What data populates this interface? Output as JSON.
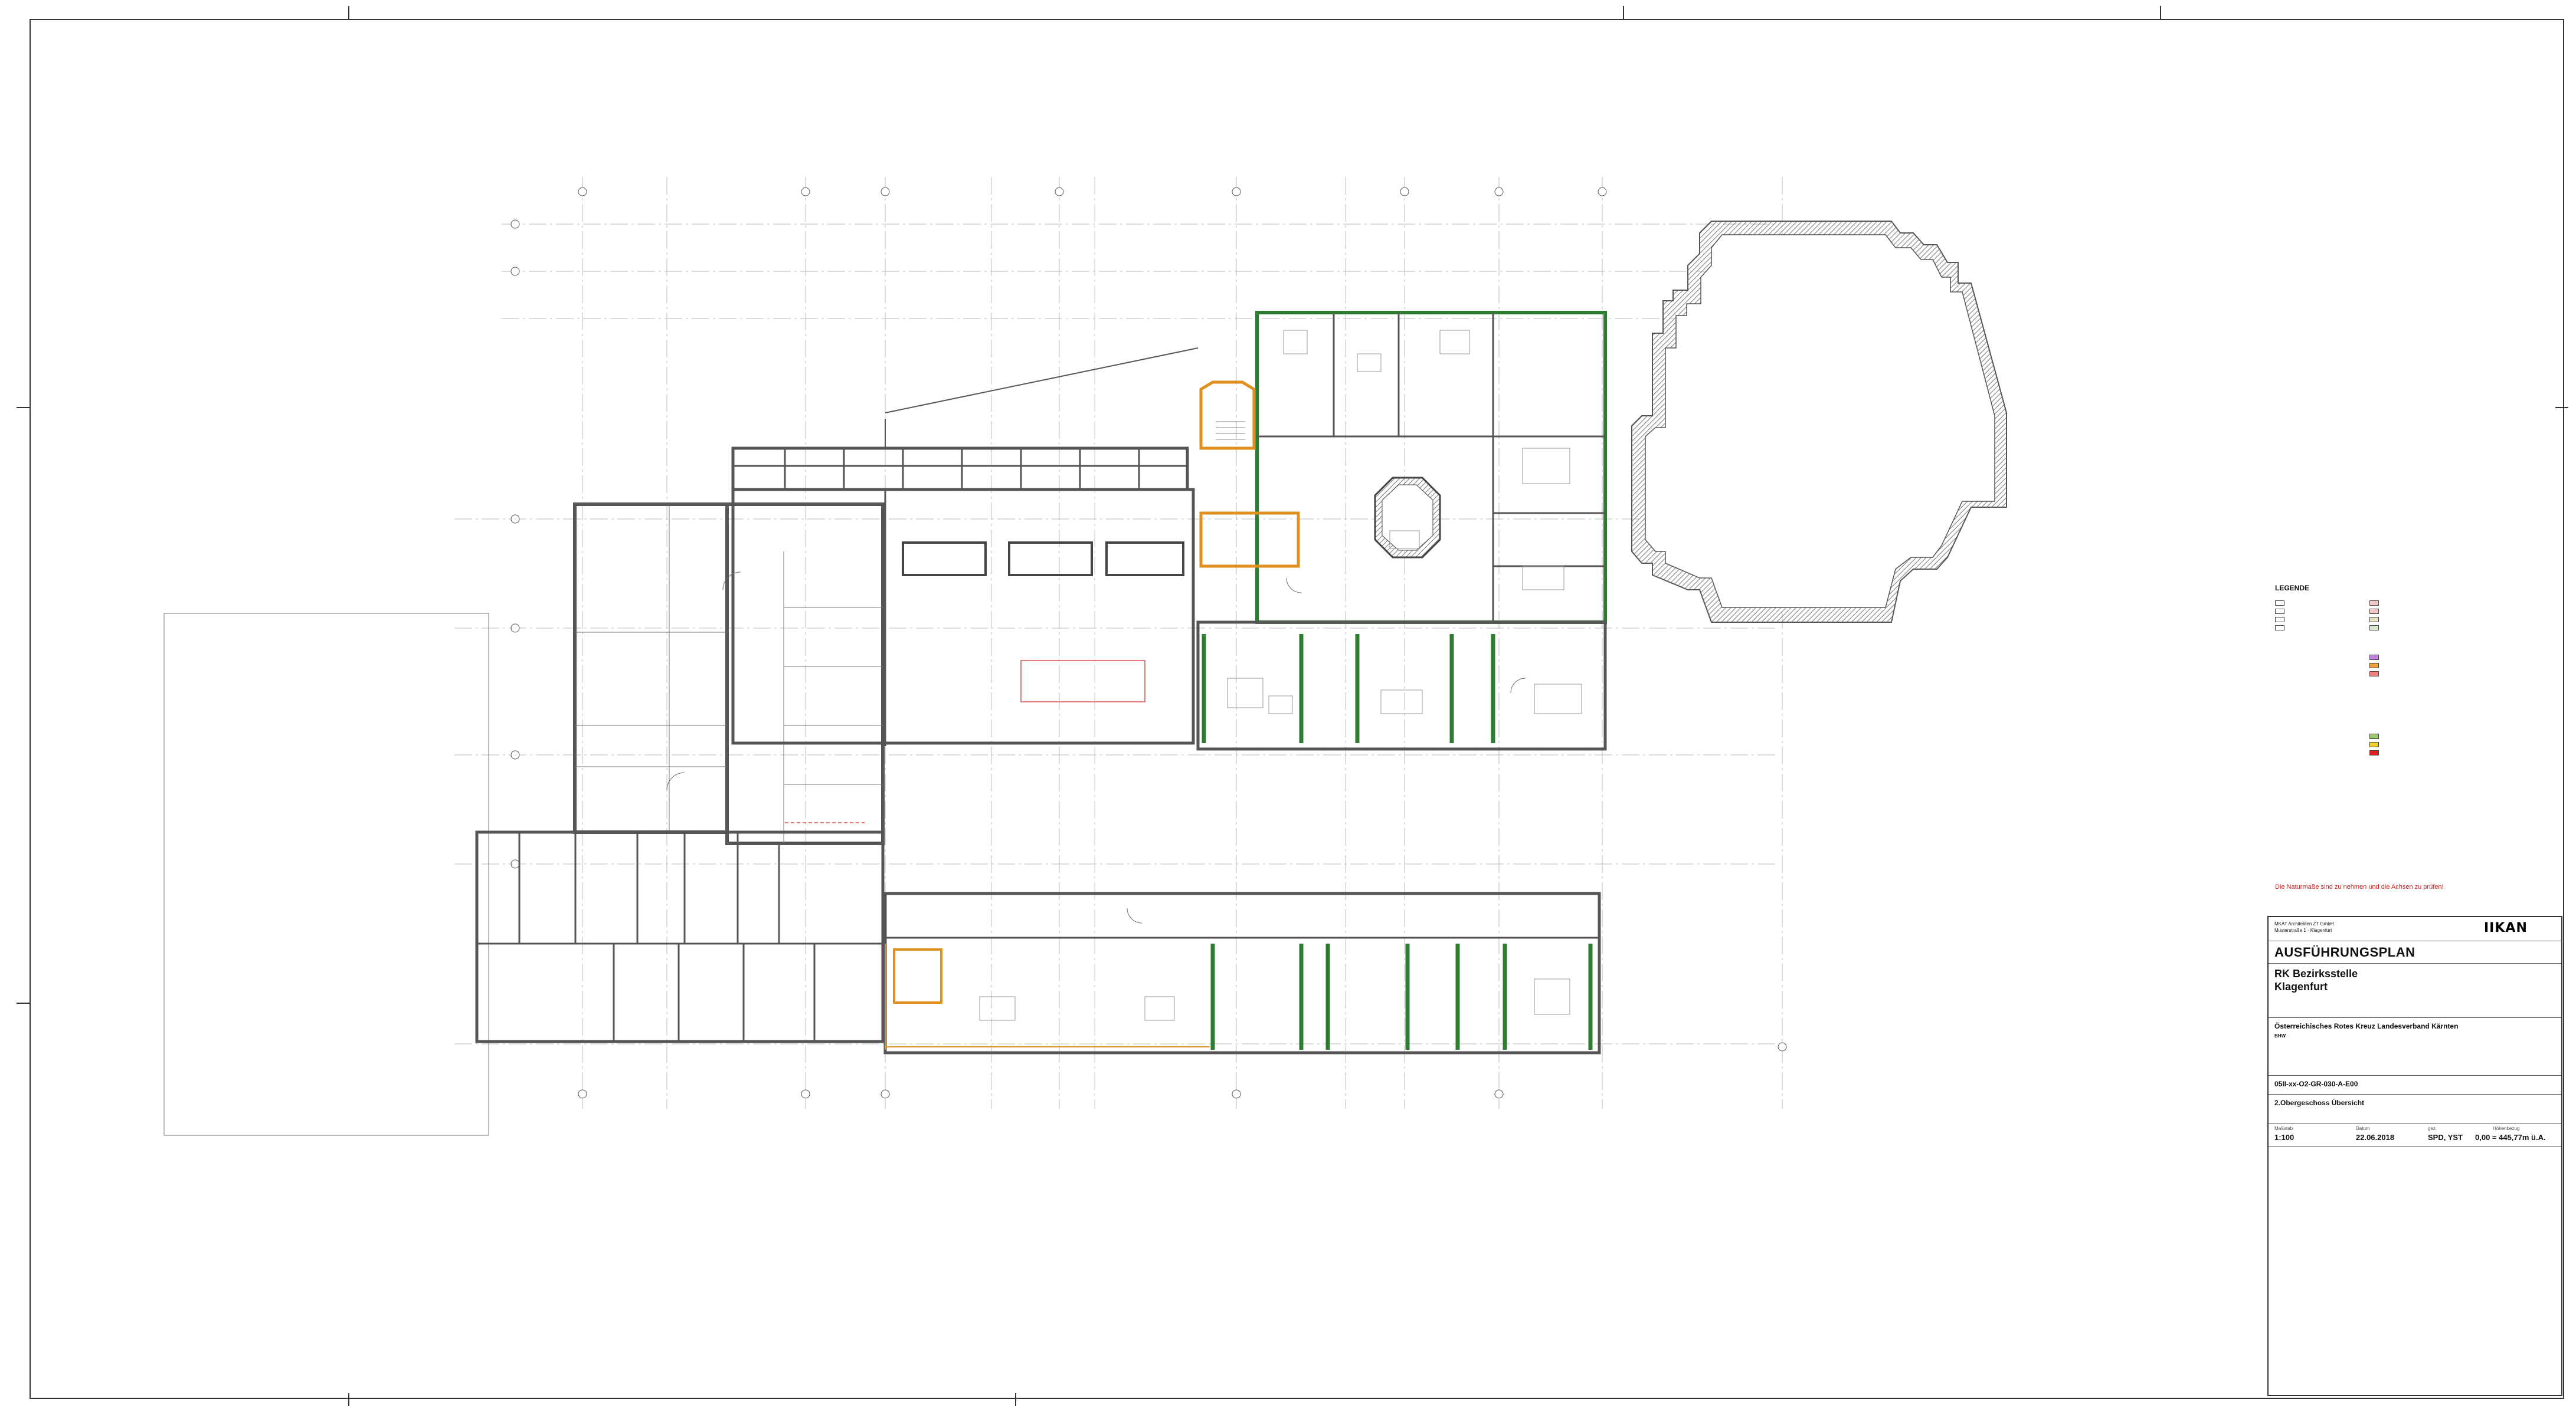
{
  "title_block": {
    "office_line_1": "MKAT Architekten ZT GmbH",
    "office_line_2": "Musterstraße 1 · Klagenfurt",
    "plan_type": "AUSFÜHRUNGSPLAN",
    "project_line_1": "RK Bezirksstelle",
    "project_line_2": "Klagenfurt",
    "client": "Österreichisches Rotes Kreuz Landesverband Kärnten",
    "client_short": "BHW",
    "drawing_number": "05II-xx-O2-GR-030-A-E00",
    "drawing_title": "2.Obergeschoss Übersicht",
    "scale_label": "Maßstab",
    "scale": "1:100",
    "date_label": "Datum",
    "date": "22.06.2018",
    "drawn_label": "gez.",
    "drawn_by": "SPD, YST",
    "height_label": "Höhenbezug",
    "height": "0,00 = 445,77m ü.A."
  },
  "logo": {
    "text": "IIKAN"
  },
  "legend": {
    "title": "LEGENDE",
    "red_note": "Die Naturmaße sind zu nehmen und die Achsen zu prüfen!"
  },
  "colors": {
    "wall": "#555555",
    "wall_hatch": "#9a9a9a",
    "green_wall": "#2e7d32",
    "orange_wall": "#e0901f",
    "red_note": "#d62020"
  }
}
